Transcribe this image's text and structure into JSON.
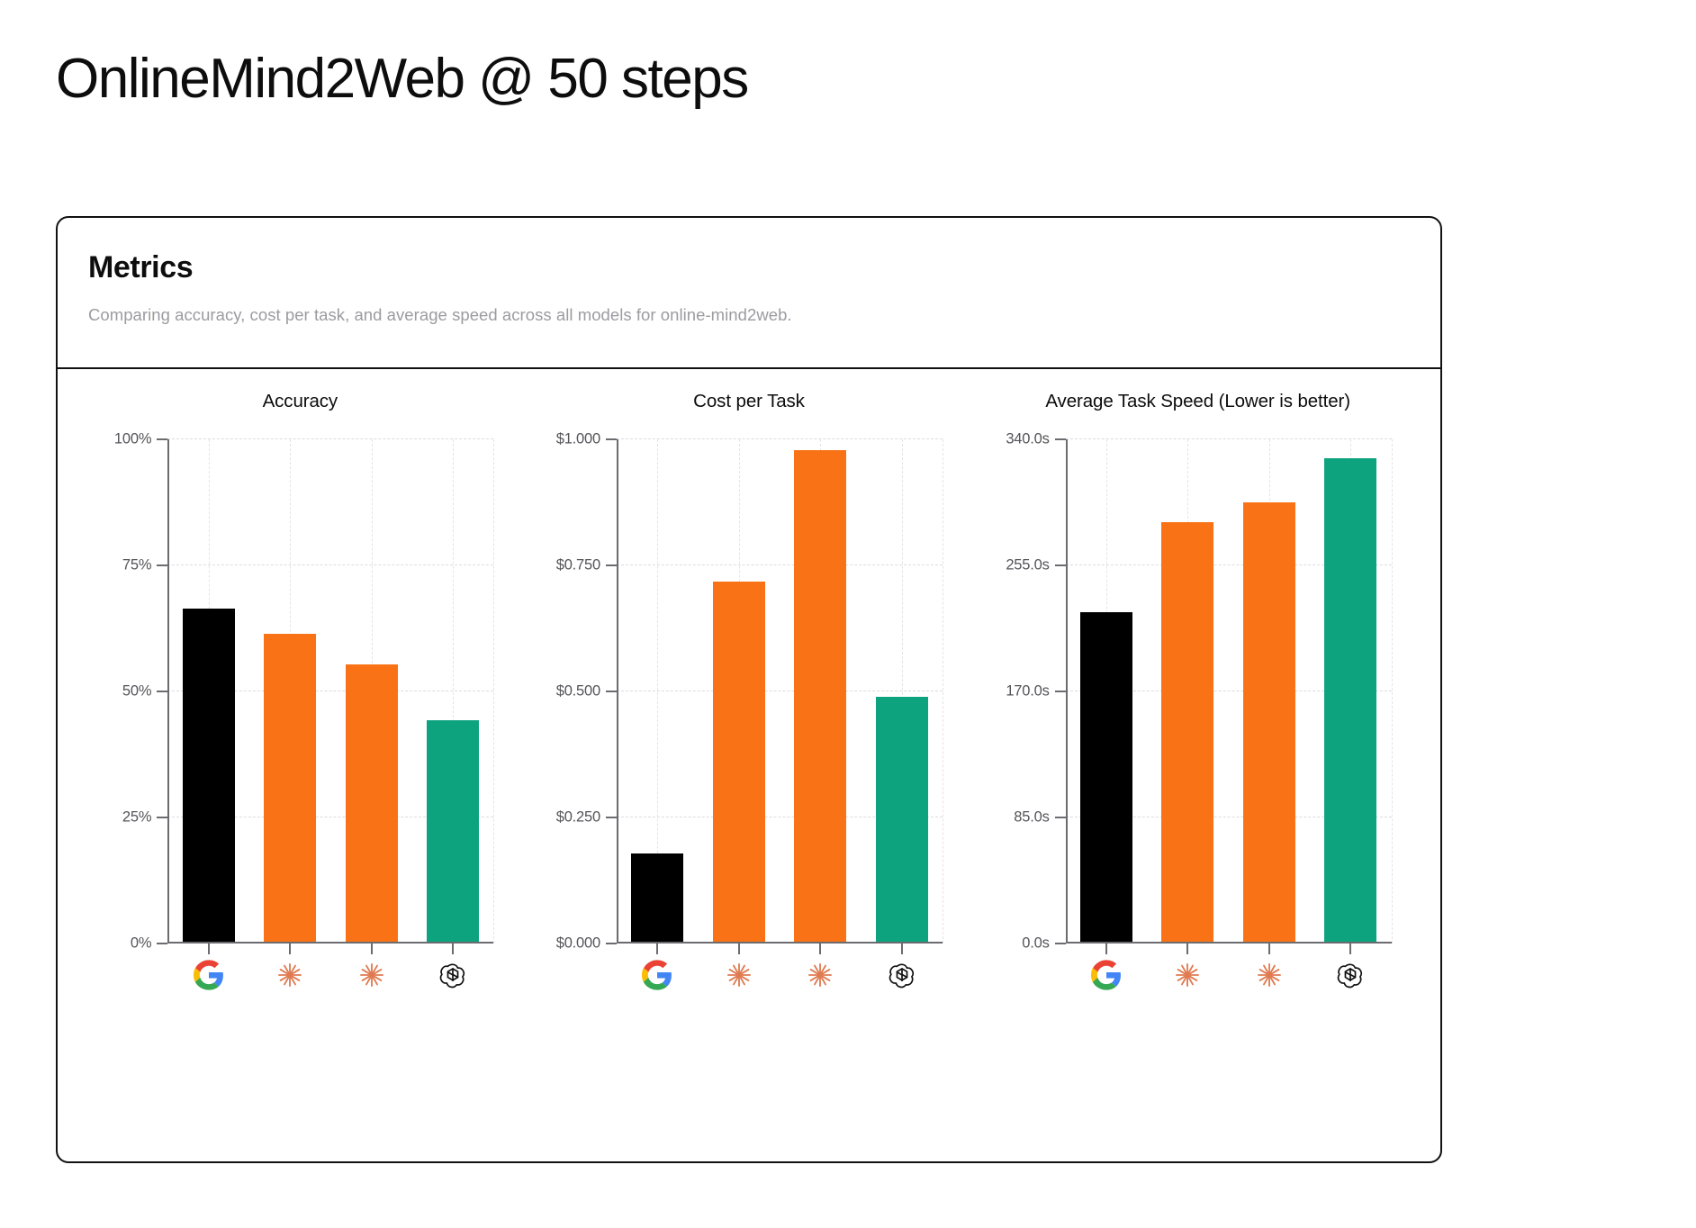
{
  "page": {
    "title": "OnlineMind2Web @ 50 steps"
  },
  "card": {
    "title": "Metrics",
    "subtitle": "Comparing accuracy, cost per task, and average speed across all models for online-mind2web."
  },
  "colors": {
    "google_black": "#000000",
    "anthropic_orange": "#F97316",
    "openai_green": "#0DA37F",
    "axis": "#6b6b70",
    "grid": "#dcdcde",
    "muted_text": "#9b9ba1"
  },
  "models": [
    {
      "id": "google",
      "icon": "google-logo-icon"
    },
    {
      "id": "anthropic-1",
      "icon": "anthropic-starburst-icon"
    },
    {
      "id": "anthropic-2",
      "icon": "anthropic-starburst-icon"
    },
    {
      "id": "openai",
      "icon": "openai-logo-icon"
    }
  ],
  "chart_data": [
    {
      "type": "bar",
      "title": "Accuracy",
      "xlabel": "",
      "ylabel": "",
      "categories": [
        "google",
        "anthropic-1",
        "anthropic-2",
        "openai"
      ],
      "values": [
        66,
        61,
        55,
        44
      ],
      "ylim": [
        0,
        100
      ],
      "yticks": [
        0,
        25,
        50,
        75,
        100
      ],
      "ytick_labels": [
        "0%",
        "25%",
        "50%",
        "75%",
        "100%"
      ],
      "colors": [
        "#000000",
        "#F97316",
        "#F97316",
        "#0DA37F"
      ],
      "grid": true,
      "legend": "none"
    },
    {
      "type": "bar",
      "title": "Cost per Task",
      "xlabel": "",
      "ylabel": "",
      "categories": [
        "google",
        "anthropic-1",
        "anthropic-2",
        "openai"
      ],
      "values": [
        0.175,
        0.715,
        0.975,
        0.485
      ],
      "ylim": [
        0,
        1.0
      ],
      "yticks": [
        0,
        0.25,
        0.5,
        0.75,
        1.0
      ],
      "ytick_labels": [
        "$0.000",
        "$0.250",
        "$0.500",
        "$0.750",
        "$1.000"
      ],
      "colors": [
        "#000000",
        "#F97316",
        "#F97316",
        "#0DA37F"
      ],
      "grid": true,
      "legend": "none"
    },
    {
      "type": "bar",
      "title": "Average Task Speed (Lower is better)",
      "xlabel": "",
      "ylabel": "",
      "categories": [
        "google",
        "anthropic-1",
        "anthropic-2",
        "openai"
      ],
      "values": [
        222,
        283,
        296,
        326
      ],
      "ylim": [
        0,
        340
      ],
      "yticks": [
        0,
        85,
        170,
        255,
        340
      ],
      "ytick_labels": [
        "0.0s",
        "85.0s",
        "170.0s",
        "255.0s",
        "340.0s"
      ],
      "colors": [
        "#000000",
        "#F97316",
        "#F97316",
        "#0DA37F"
      ],
      "grid": true,
      "legend": "none"
    }
  ]
}
